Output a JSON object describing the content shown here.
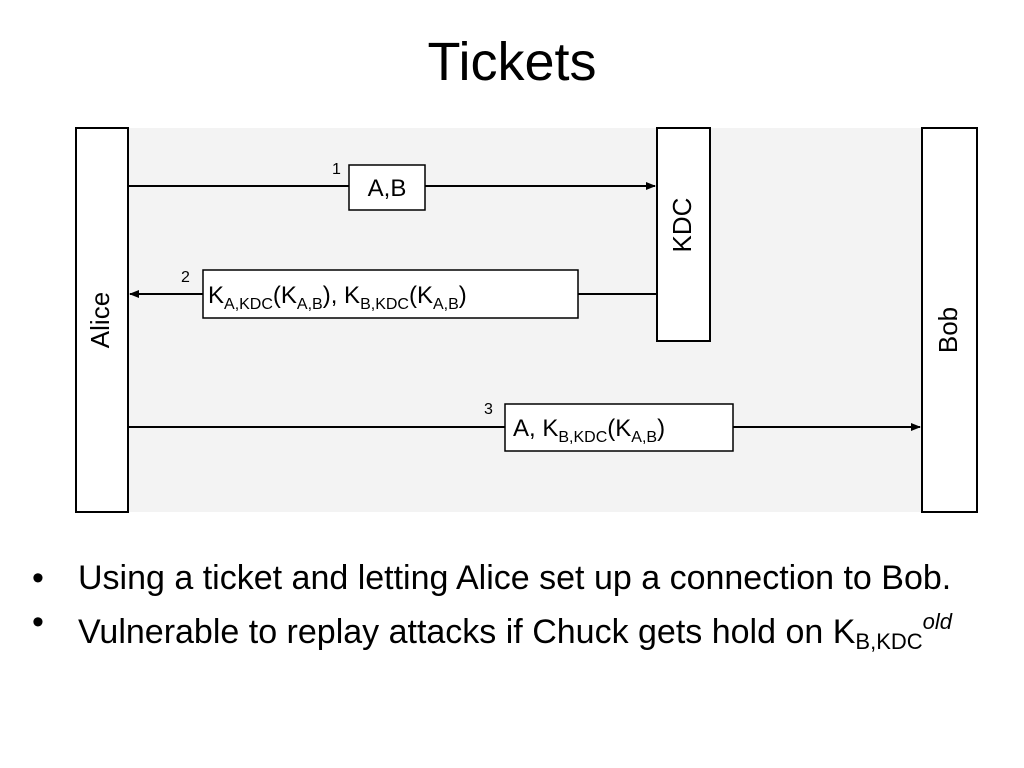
{
  "slide": {
    "title": "Tickets"
  },
  "diagram": {
    "participants": {
      "alice": "Alice",
      "kdc": "KDC",
      "bob": "Bob"
    },
    "messages": [
      {
        "number": "1",
        "text": "A,B"
      },
      {
        "number": "2",
        "k1": "K",
        "k1_sub": "A,KDC",
        "k1_open": "(K",
        "k1_inner_sub": "A,B",
        "k1_close": "),",
        "k2": " K",
        "k2_sub": "B,KDC",
        "k2_open": "(K",
        "k2_inner_sub": "A,B",
        "k2_close": ")"
      },
      {
        "number": "3",
        "prefix": "A, K",
        "k_sub": "B,KDC",
        "k_open": "(K",
        "k_inner_sub": "A,B",
        "k_close": ")"
      }
    ]
  },
  "bullets": {
    "dot": "•",
    "item1": "Using a ticket and letting Alice set up a connection to Bob.",
    "item2_text": "Vulnerable to replay attacks if Chuck gets hold on ",
    "item2_k": "K",
    "item2_sub": "B,KDC",
    "item2_sup": "old"
  }
}
